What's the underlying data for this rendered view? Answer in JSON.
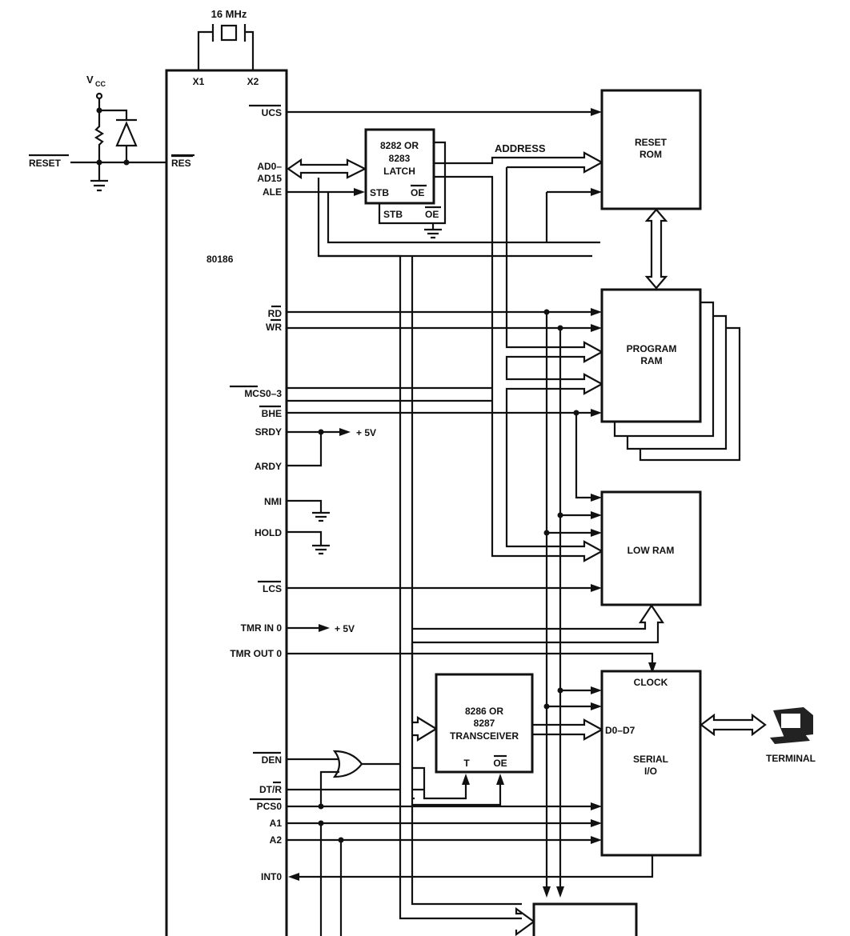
{
  "diagram": {
    "title": "80186 system configuration",
    "crystal": {
      "label": "16 MHz"
    },
    "cpu": {
      "name": "80186",
      "pins_top": [
        "X1",
        "X2"
      ],
      "pins_left": [
        "RES"
      ],
      "pins_right": [
        "UCS",
        "AD0–",
        "AD15",
        "ALE",
        "RD",
        "WR",
        "MCS0–3",
        "BHE",
        "SRDY",
        "ARDY",
        "NMI",
        "HOLD",
        "LCS",
        "TMR IN 0",
        "TMR OUT 0",
        "DEN",
        "DT/R",
        "PCS0",
        "A1",
        "A2",
        "INT0"
      ]
    },
    "reset": {
      "vcc_label": "V",
      "vcc_sub": "CC",
      "reset_label": "RESET"
    },
    "latch": {
      "line1": "8282 OR",
      "line2": "8283",
      "line3": "LATCH",
      "stb": "STB",
      "oe": "OE",
      "stb2": "STB",
      "oe2": "OE"
    },
    "address_label": "ADDRESS",
    "plus5v_srdy": "+ 5V",
    "plus5v_tmr": "+ 5V",
    "reset_rom": {
      "line1": "RESET",
      "line2": "ROM"
    },
    "program_ram": {
      "line1": "PROGRAM",
      "line2": "RAM"
    },
    "low_ram": {
      "label": "LOW RAM"
    },
    "transceiver": {
      "line1": "8286 OR",
      "line2": "8287",
      "line3": "TRANSCEIVER",
      "t": "T",
      "oe": "OE"
    },
    "serial_io": {
      "clock": "CLOCK",
      "data": "D0–D7",
      "line1": "SERIAL",
      "line2": "I/O"
    },
    "terminal": {
      "label": "TERMINAL"
    },
    "colors": {
      "ink": "#111111",
      "paper": "#ffffff"
    }
  }
}
